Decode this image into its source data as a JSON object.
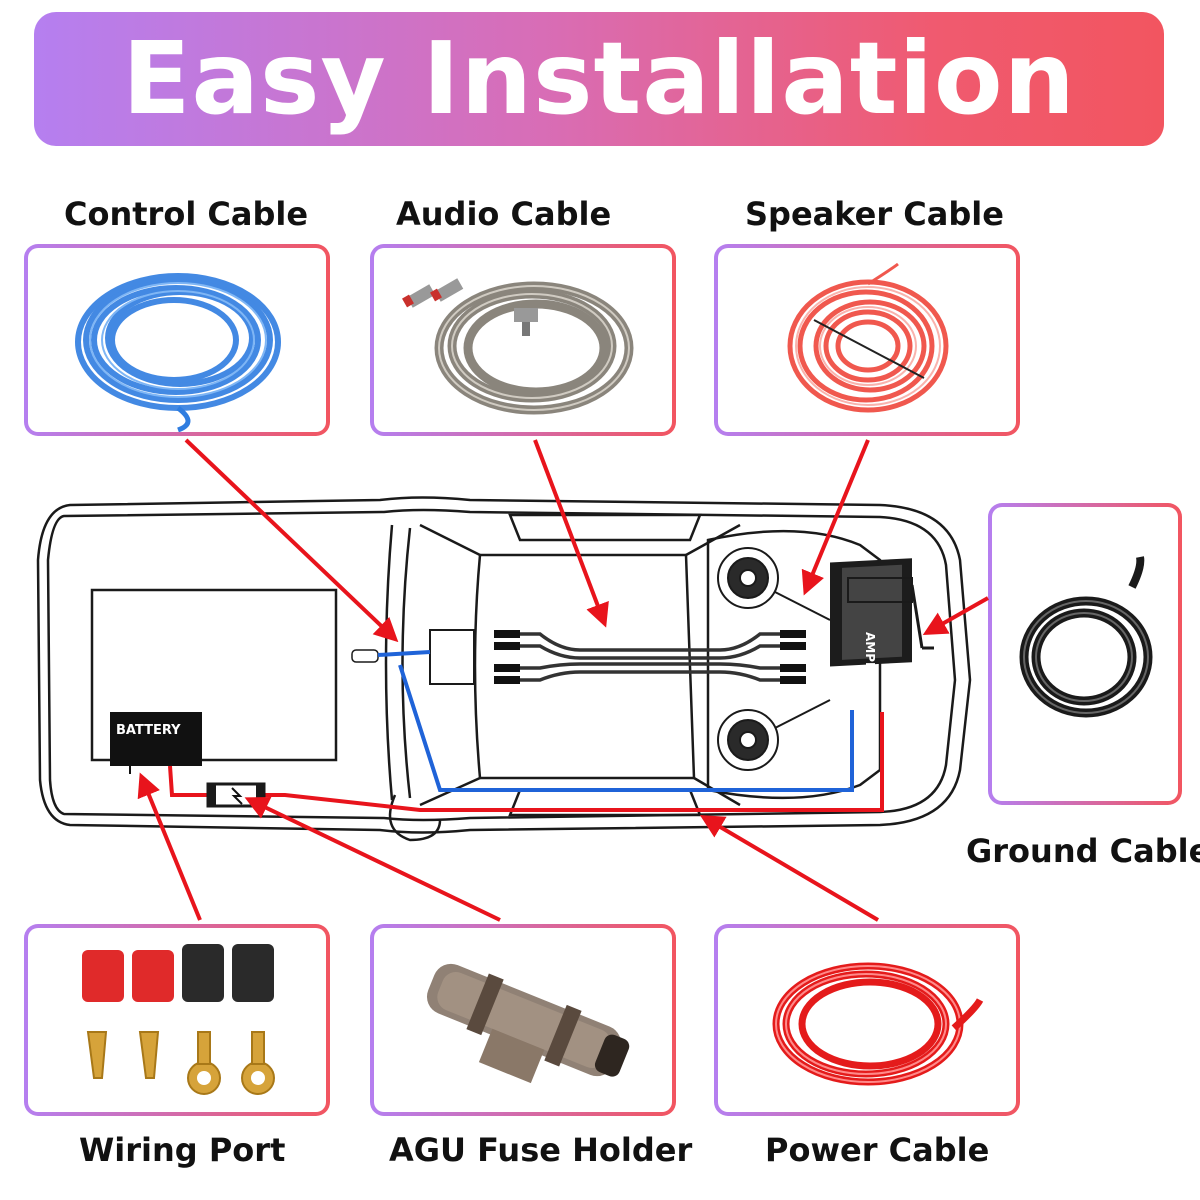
{
  "banner": {
    "title": "Easy Installation"
  },
  "labels": {
    "control_cable": "Control Cable",
    "audio_cable": "Audio Cable",
    "speaker_cable": "Speaker Cable",
    "ground_cable": "Ground Cable",
    "wiring_port": "Wiring Port",
    "fuse_holder": "AGU Fuse Holder",
    "power_cable": "Power Cable"
  },
  "car": {
    "battery_label": "BATTERY",
    "amplifier_label": "AMPLIFIER"
  },
  "colors": {
    "banner_gradient_start": "#b57ff0",
    "banner_gradient_end": "#f25560",
    "arrow": "#e8141c",
    "power_wire": "#e8141c",
    "remote_wire": "#1f63d8",
    "control_cable": "#2f7de0",
    "speaker_cable": "#f0584e",
    "ground_cable": "#1a1a1a"
  }
}
